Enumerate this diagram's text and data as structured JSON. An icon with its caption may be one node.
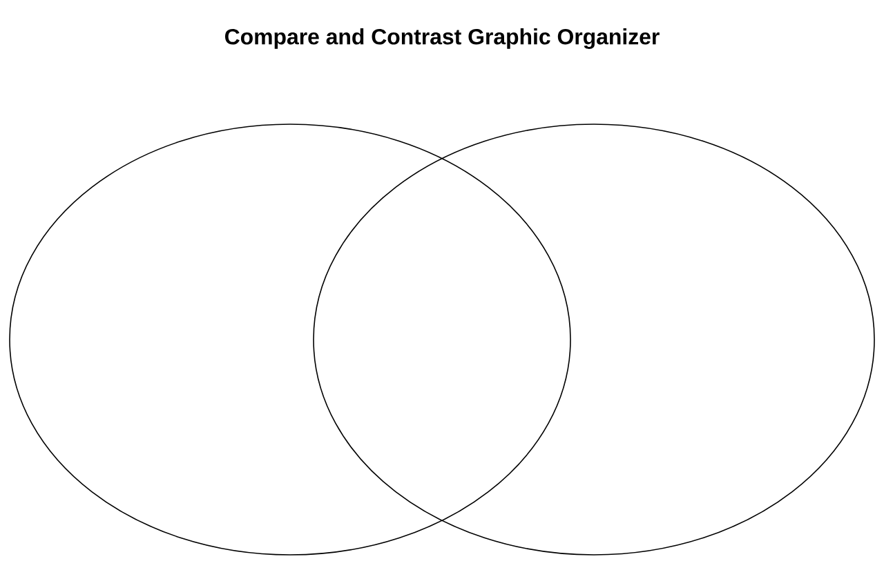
{
  "diagram": {
    "title": "Compare and Contrast Graphic Organizer",
    "nodes": [
      {
        "text": [],
        "shape": "circle"
      },
      {
        "text": [],
        "shape": "circle"
      }
    ]
  }
}
